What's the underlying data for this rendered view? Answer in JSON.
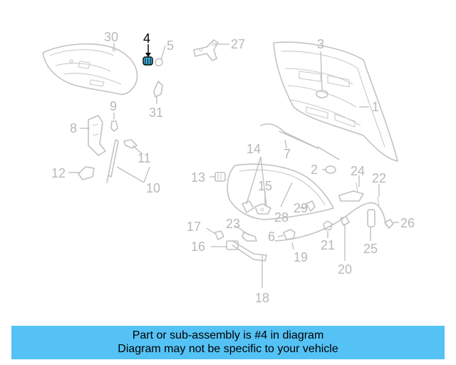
{
  "diagram": {
    "highlighted_part": "4",
    "callouts": [
      "30",
      "4",
      "5",
      "27",
      "3",
      "1",
      "9",
      "31",
      "8",
      "11",
      "10",
      "12",
      "14",
      "7",
      "2",
      "24",
      "22",
      "13",
      "15",
      "28",
      "29",
      "23",
      "17",
      "6",
      "26",
      "16",
      "21",
      "25",
      "19",
      "20",
      "18"
    ]
  },
  "caption": {
    "line1": "Part or sub-assembly is #4 in diagram",
    "line2": "Diagram may not be specific to your vehicle"
  },
  "colors": {
    "caption_bg": "#55c2f5",
    "highlight_part": "#3fb5e0",
    "parts_line": "#c2c2c2"
  }
}
